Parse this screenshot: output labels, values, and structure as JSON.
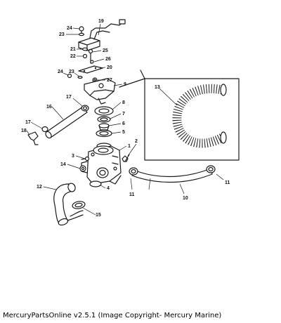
{
  "footer": {
    "text": "MercuryPartsOnline v2.5.1 (Image Copyright- Mercury Marine)"
  },
  "callouts": {
    "c1": "1",
    "c2": "2",
    "c3": "3",
    "c4": "4",
    "c5": "5",
    "c6": "6",
    "c7": "7",
    "c8": "8",
    "c9": "9",
    "c10": "10",
    "c11a": "11",
    "c11b": "11",
    "c12": "12",
    "c13": "13",
    "c14": "14",
    "c15": "15",
    "c16": "16",
    "c17a": "17",
    "c17b": "17",
    "c18": "18",
    "c19": "19",
    "c20": "20",
    "c21": "21",
    "c22": "22",
    "c23a": "23",
    "c23b": "23",
    "c24a": "24",
    "c24b": "24",
    "c25": "25",
    "c26": "26",
    "c27": "27"
  }
}
